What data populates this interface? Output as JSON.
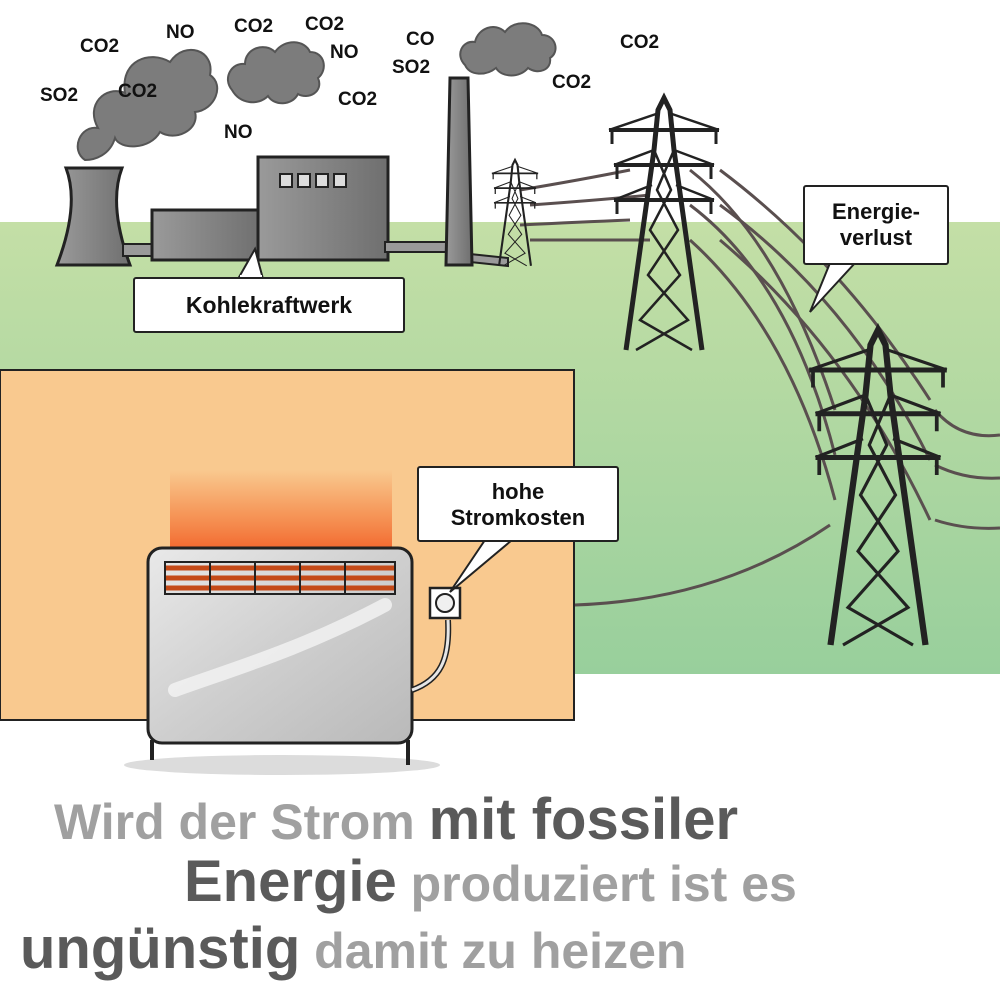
{
  "colors": {
    "field_green": "#a8d4a4",
    "room_orange": "#f9c98f",
    "building_gray": "#8a8a8a",
    "smoke_gray": "#7c7c7c",
    "heat_orange": "#f36b2a",
    "caption_light": "#a0a0a0",
    "caption_dark": "#5a5a5a"
  },
  "icons": [
    "cooling-tower-icon",
    "power-plant-icon",
    "chimney-icon",
    "smoke-cloud-icon",
    "pylon-icon",
    "radiator-icon",
    "power-socket-icon"
  ],
  "emissions": [
    {
      "id": "so2-1",
      "text": "SO2"
    },
    {
      "id": "co2-1",
      "text": "CO2"
    },
    {
      "id": "co2-2",
      "text": "CO2"
    },
    {
      "id": "no-1",
      "text": "NO"
    },
    {
      "id": "co2-3",
      "text": "CO2"
    },
    {
      "id": "co2-4",
      "text": "CO2"
    },
    {
      "id": "no-2",
      "text": "NO"
    },
    {
      "id": "co2-5",
      "text": "CO2"
    },
    {
      "id": "no-3",
      "text": "NO"
    },
    {
      "id": "co-1",
      "text": "CO"
    },
    {
      "id": "so2-2",
      "text": "SO2"
    },
    {
      "id": "co2-6",
      "text": "CO2"
    },
    {
      "id": "co2-7",
      "text": "CO2"
    }
  ],
  "labels": {
    "power_plant": "Kohlekraftwerk",
    "energy_loss_line1": "Energie-",
    "energy_loss_line2": "verlust",
    "cost_line1": "hohe",
    "cost_line2": "Stromkosten"
  },
  "caption": {
    "p1": "Wird der Strom ",
    "p2": "mit ",
    "p3": "fossiler",
    "p4": "Energie",
    "p5": " produziert ist es",
    "p6": "ungünstig",
    "p7": " damit zu heizen"
  }
}
